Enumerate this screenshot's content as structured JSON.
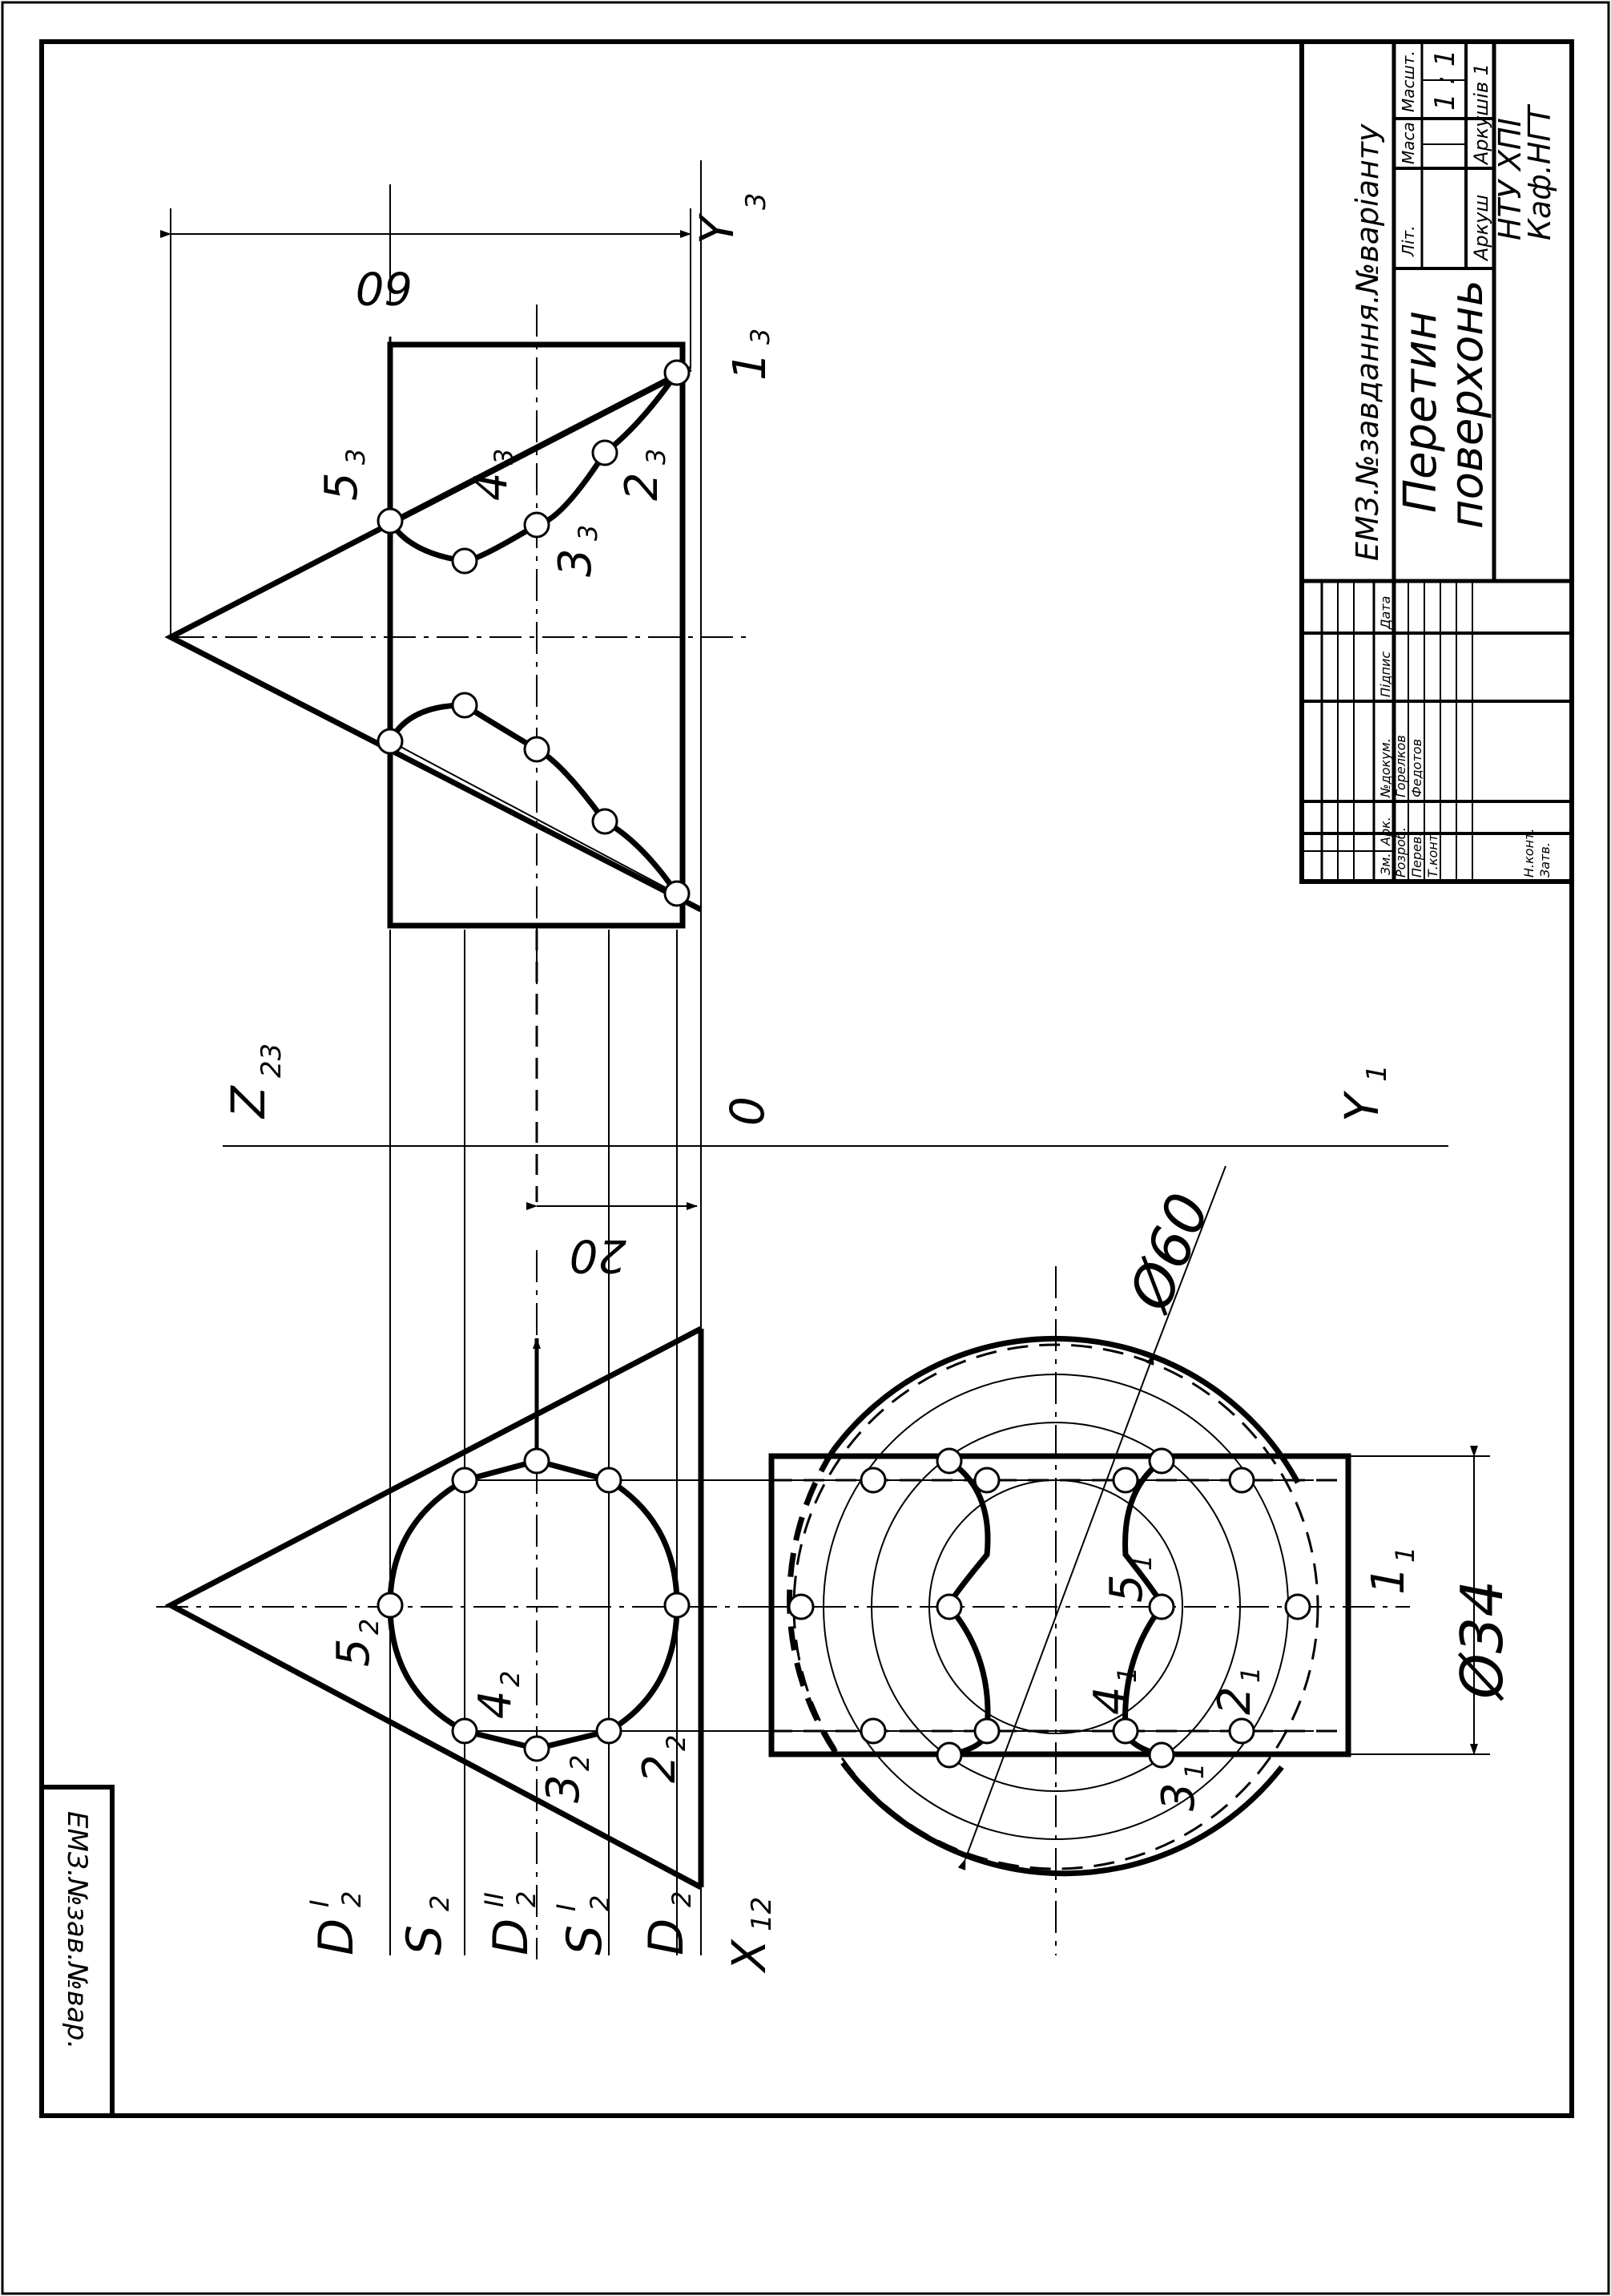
{
  "stamp": {
    "title_line1": "Перетин",
    "title_line2": "поверхонь",
    "designation": "ЕМЗ.№завдання.№варіанту",
    "org_line1": "НТУ ХПІ",
    "org_line2": "Каф.НГТ",
    "col_lit": "Літ.",
    "col_mass": "Маса",
    "col_scale": "Масшт.",
    "scale_value": "1 : 1",
    "sheet_label": "Аркуш",
    "sheets_label": "Аркушів 1",
    "h_zm": "Зм.",
    "h_ark": "Арк.",
    "h_doc": "№докум.",
    "h_sign": "Підпис",
    "h_date": "Дата",
    "r_rozrob": "Розроб.",
    "r_pereb": "Перев.",
    "r_tkont": "Т.конт.",
    "r_nkont": "Н.конт.",
    "r_zatb": "Затв.",
    "name_rozrob": "Горелков",
    "name_pereb": "Федотов"
  },
  "side_stamp": "ЕМЗ.№зав.№вар.",
  "labels": {
    "y3": "Y",
    "y3_sub": "3",
    "z23": "Z",
    "z23_sub": "23",
    "zero": "0",
    "y1": "Y",
    "y1_sub": "1",
    "x12": "X",
    "x12_sub": "12",
    "p1_3": "1",
    "p1_3s": "3",
    "p2_3": "2",
    "p2_3s": "3",
    "p3_3": "3",
    "p3_3s": "3",
    "p4_3": "4",
    "p4_3s": "3",
    "p5_3": "5",
    "p5_3s": "3",
    "p2_2": "2",
    "p2_2s": "2",
    "p3_2": "3",
    "p3_2s": "2",
    "p4_2": "4",
    "p4_2s": "2",
    "p5_2": "5",
    "p5_2s": "2",
    "p1_1": "1",
    "p1_1s": "1",
    "p2_1": "2",
    "p2_1s": "1",
    "p3_1": "3",
    "p3_1s": "1",
    "p4_1": "4",
    "p4_1s": "1",
    "p5_1": "5",
    "p5_1s": "1",
    "d2a": "D",
    "d2a_sub": "2",
    "d2a_sup": "I",
    "s2a": "S",
    "s2a_sub": "2",
    "d2b": "D",
    "d2b_sub": "2",
    "d2b_sup": "II",
    "s2b": "S",
    "s2b_sub": "2",
    "s2b_sup": "I",
    "d2c": "D",
    "d2c_sub": "2"
  },
  "dims": {
    "d60": "60",
    "d20": "20",
    "phi60": "Ø60",
    "phi34": "Ø34"
  }
}
